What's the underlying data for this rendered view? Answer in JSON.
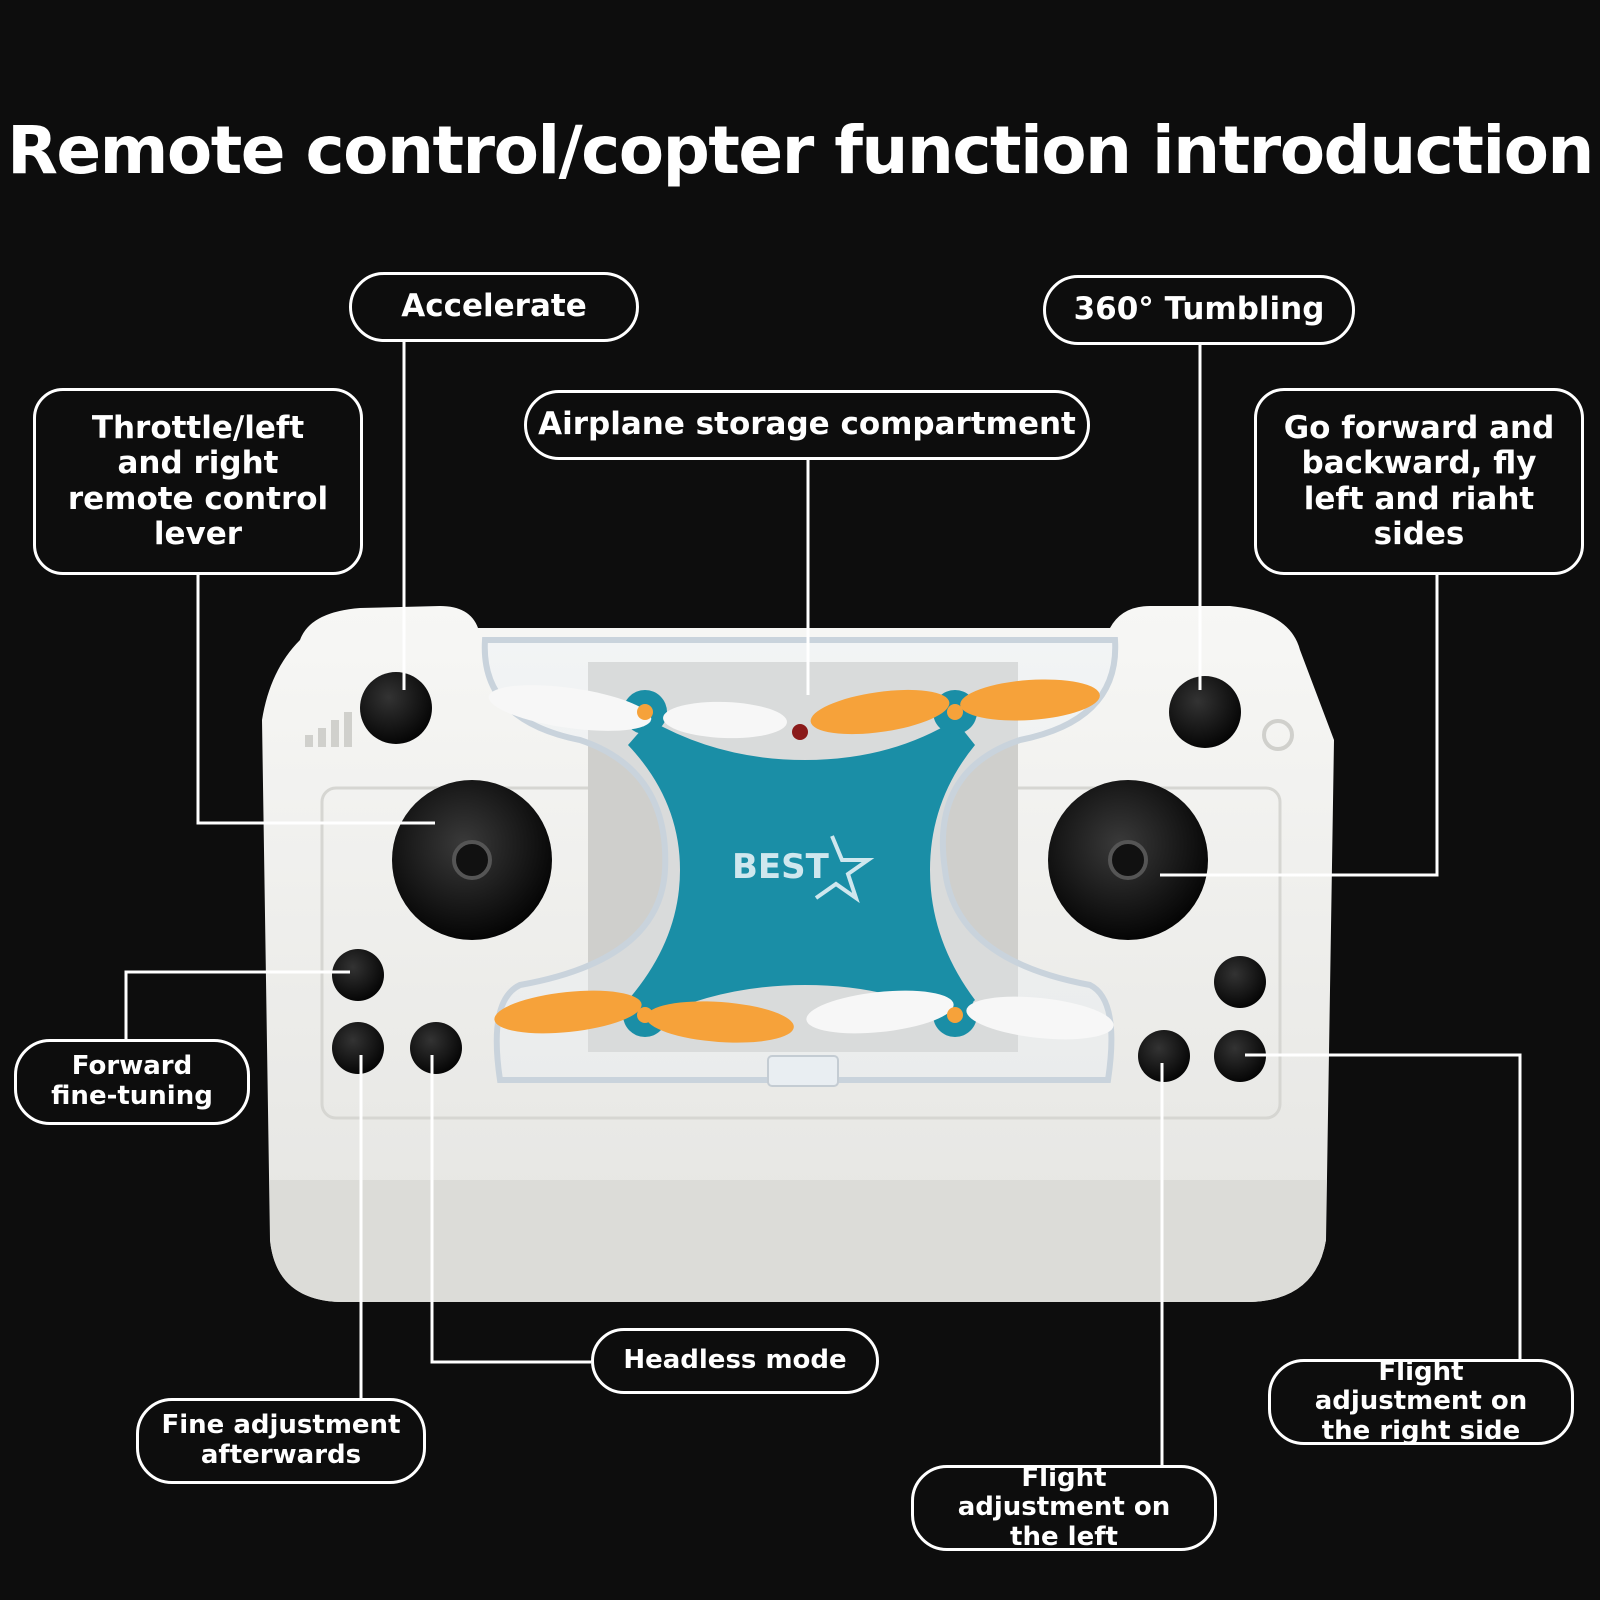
{
  "title": "Remote control/copter function introduction",
  "brand_logo": "BEST",
  "labels": {
    "accelerate": "Accelerate",
    "tumbling": "360°  Tumbling",
    "storage": "Airplane storage compartment",
    "throttle": "Throttle/left and right remote control lever",
    "forward_backward": "Go forward and backward, fly left and riaht sides",
    "forward_fine": "Forward fine-tuning",
    "fine_after": "Fine adjustment afterwards",
    "headless": "Headless mode",
    "flight_left": "Flight adjustment on the left",
    "flight_right": "Flight adjustment on the right side"
  },
  "colors": {
    "background": "#0d0d0d",
    "controller": "#f3f3f1",
    "drone": "#1a8ea6",
    "propeller_orange": "#f6a23a",
    "propeller_white": "#f7f7f7"
  }
}
